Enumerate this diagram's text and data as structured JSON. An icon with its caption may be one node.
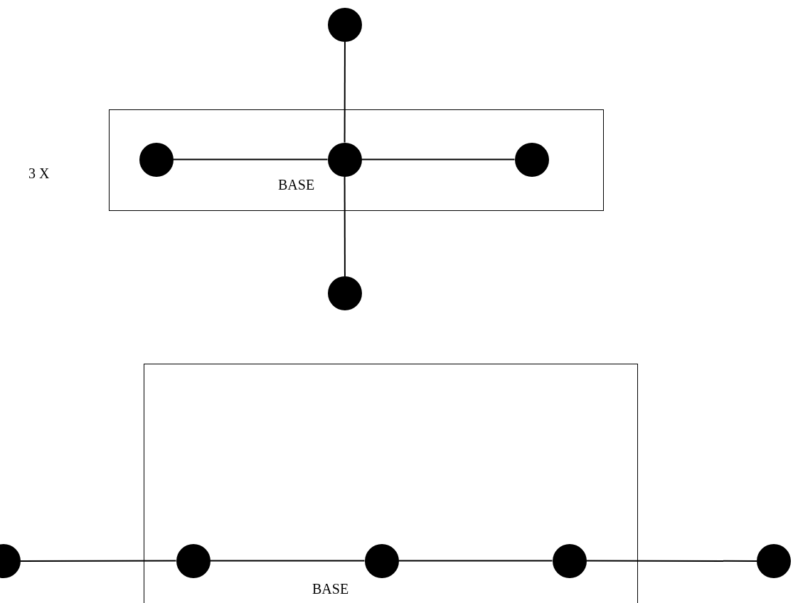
{
  "diagram": {
    "nodes": [
      {
        "text": [],
        "shape": "circle"
      },
      {
        "text": [
          "BASE"
        ]
      },
      {
        "text": [],
        "shape": "circle",
        "in": 1
      },
      {
        "text": [],
        "shape": "circle",
        "in": 1
      },
      {
        "text": [],
        "shape": "circle",
        "in": 1
      },
      {
        "text": [],
        "shape": "circle"
      },
      {
        "text": [
          "BASE"
        ]
      },
      {
        "text": [],
        "shape": "circle"
      },
      {
        "text": [],
        "shape": "circle",
        "in": 6
      },
      {
        "text": [],
        "shape": "circle",
        "in": 6
      },
      {
        "text": [],
        "shape": "circle",
        "in": 6
      },
      {
        "text": [],
        "shape": "circle"
      }
    ],
    "edges": [
      {
        "from": 0,
        "to": 3,
        "arrow": "none"
      },
      {
        "from": 2,
        "to": 3,
        "arrow": "none"
      },
      {
        "from": 3,
        "to": 4,
        "arrow": "none"
      },
      {
        "from": 3,
        "to": 5,
        "arrow": "none"
      },
      {
        "from": 7,
        "to": 8,
        "arrow": "none"
      },
      {
        "from": 8,
        "to": 9,
        "arrow": "none"
      },
      {
        "from": 9,
        "to": 10,
        "arrow": "none"
      },
      {
        "from": 10,
        "to": 11,
        "arrow": "none"
      }
    ],
    "labels": [
      "3 X"
    ]
  }
}
